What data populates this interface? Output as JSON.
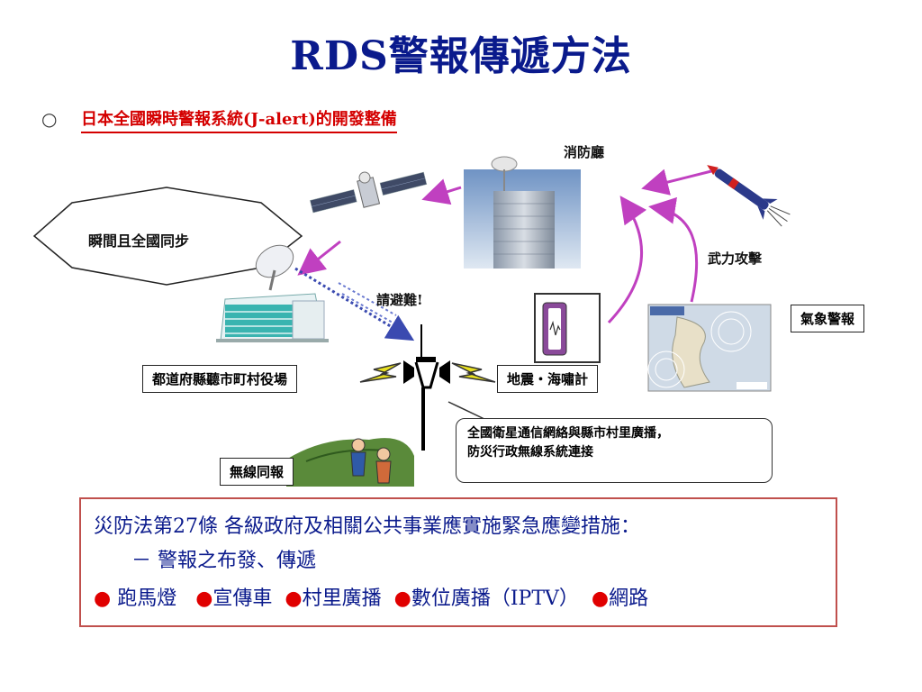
{
  "title": "RDS警報傳遞方法",
  "bullet": "○",
  "subtitle": "日本全國瞬時警報系統(J-alert)的開發整備",
  "labels": {
    "fire_agency": "消防廳",
    "sync": "瞬間且全國同步",
    "armed_attack": "武力攻擊",
    "evacuate": "請避難!",
    "weather": "氣象警報",
    "municipal": "都道府縣聽市町村役場",
    "quake": "地震・海嘯計",
    "wireless": "無線同報",
    "callout_line1": "全國衛星通信網絡與縣市村里廣播，",
    "callout_line2": "防災行政無線系統連接"
  },
  "law": {
    "line1": "災防法第27條 各級政府及相關公共事業應實施緊急應變措施：",
    "line2": "－ 警報之布發、傳遞",
    "items": [
      "跑馬燈",
      "宣傳車",
      "村里廣播",
      "數位廣播（IPTV）",
      "網路"
    ],
    "bullet_glyph": "●"
  },
  "colors": {
    "title": "#0a1a8c",
    "subtitle": "#d40000",
    "arrow": "#c040c0",
    "law_border": "#c0504d",
    "law_text": "#0a1a8c",
    "law_bullet": "#e00000"
  }
}
